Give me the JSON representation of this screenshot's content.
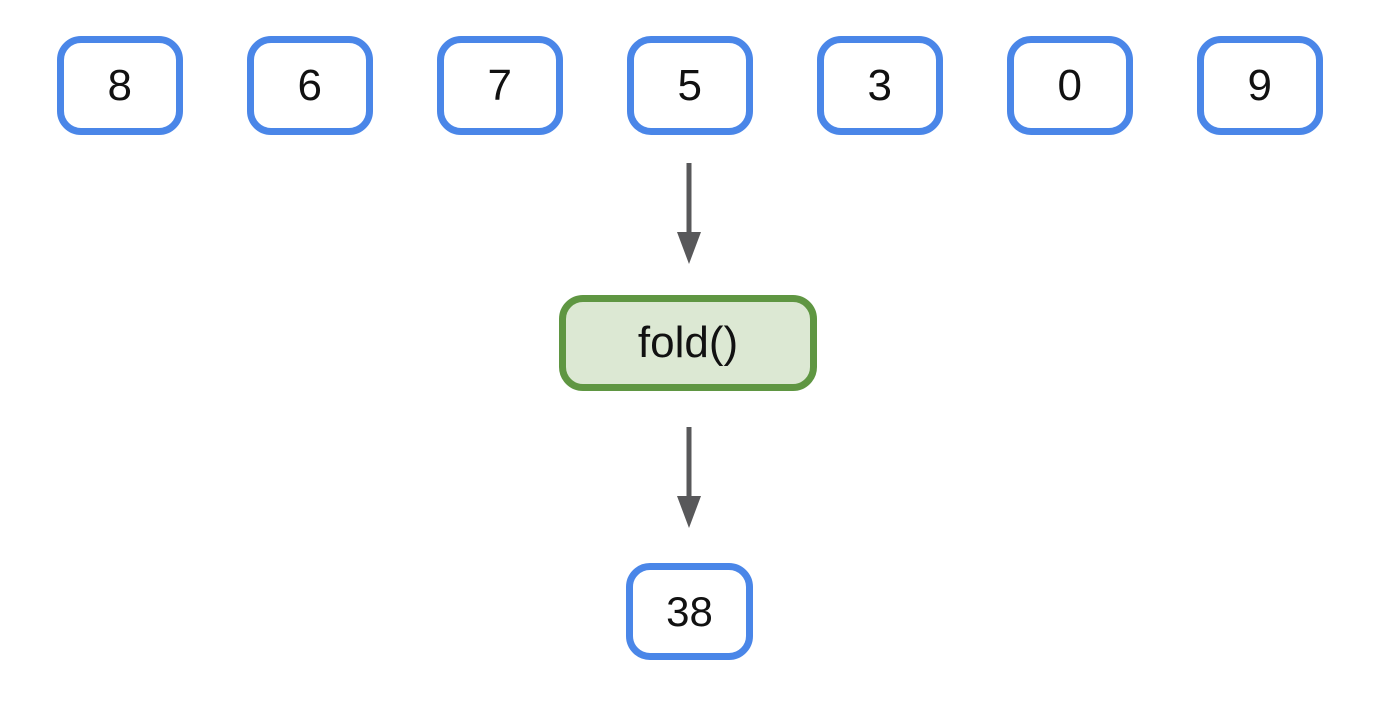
{
  "diagram": {
    "title": "fold operation diagram",
    "input_values": [
      "8",
      "6",
      "7",
      "5",
      "3",
      "0",
      "9"
    ],
    "operation_label": "fold()",
    "result_value": "38",
    "colors": {
      "input_box_border": "#4a86e8",
      "input_box_fill": "#ffffff",
      "operation_box_border": "#5f9642",
      "operation_box_fill": "#dce8d3",
      "arrow": "#58585a",
      "text": "#111111",
      "background": "#ffffff"
    }
  }
}
